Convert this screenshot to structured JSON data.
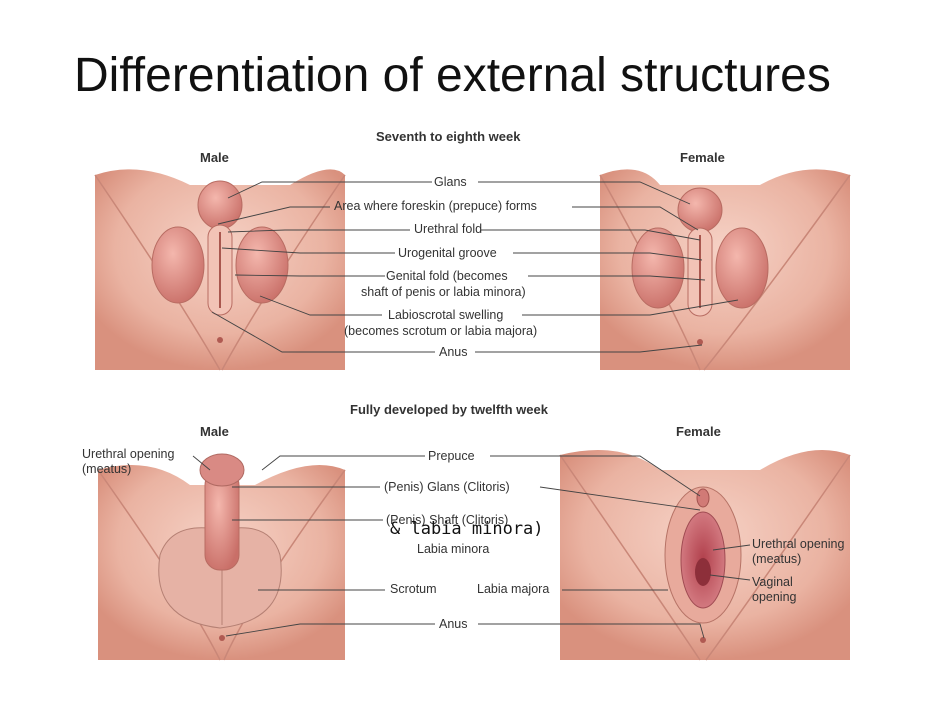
{
  "title": "Differentiation of external structures",
  "top_panel": {
    "heading": "Seventh to eighth week",
    "left_label": "Male",
    "right_label": "Female",
    "labels": {
      "glans": "Glans",
      "foreskin": "Area where foreskin (prepuce) forms",
      "urethral_fold": "Urethral fold",
      "urogenital_groove": "Urogenital groove",
      "genital_fold_1": "Genital fold (becomes",
      "genital_fold_2": "shaft of penis or labia minora)",
      "labioscrotal_1": "Labioscrotal swelling",
      "labioscrotal_2": "(becomes scrotum or labia majora)",
      "anus": "Anus"
    }
  },
  "bottom_panel": {
    "heading": "Fully developed by twelfth week",
    "left_label": "Male",
    "right_label": "Female",
    "labels": {
      "urethral_opening_male_1": "Urethral opening",
      "urethral_opening_male_2": "(meatus)",
      "prepuce": "Prepuce",
      "glans": "(Penis) Glans (Clitoris)",
      "shaft": "(Penis) Shaft (Clitoris)",
      "handwritten_note": "& labia minora)",
      "labia_minora": "Labia minora",
      "scrotum": "Scrotum",
      "labia_majora": "Labia majora",
      "anus": "Anus",
      "urethral_opening_female_1": "Urethral opening",
      "urethral_opening_female_2": "(meatus)",
      "vaginal_opening_1": "Vaginal",
      "vaginal_opening_2": "opening"
    }
  }
}
